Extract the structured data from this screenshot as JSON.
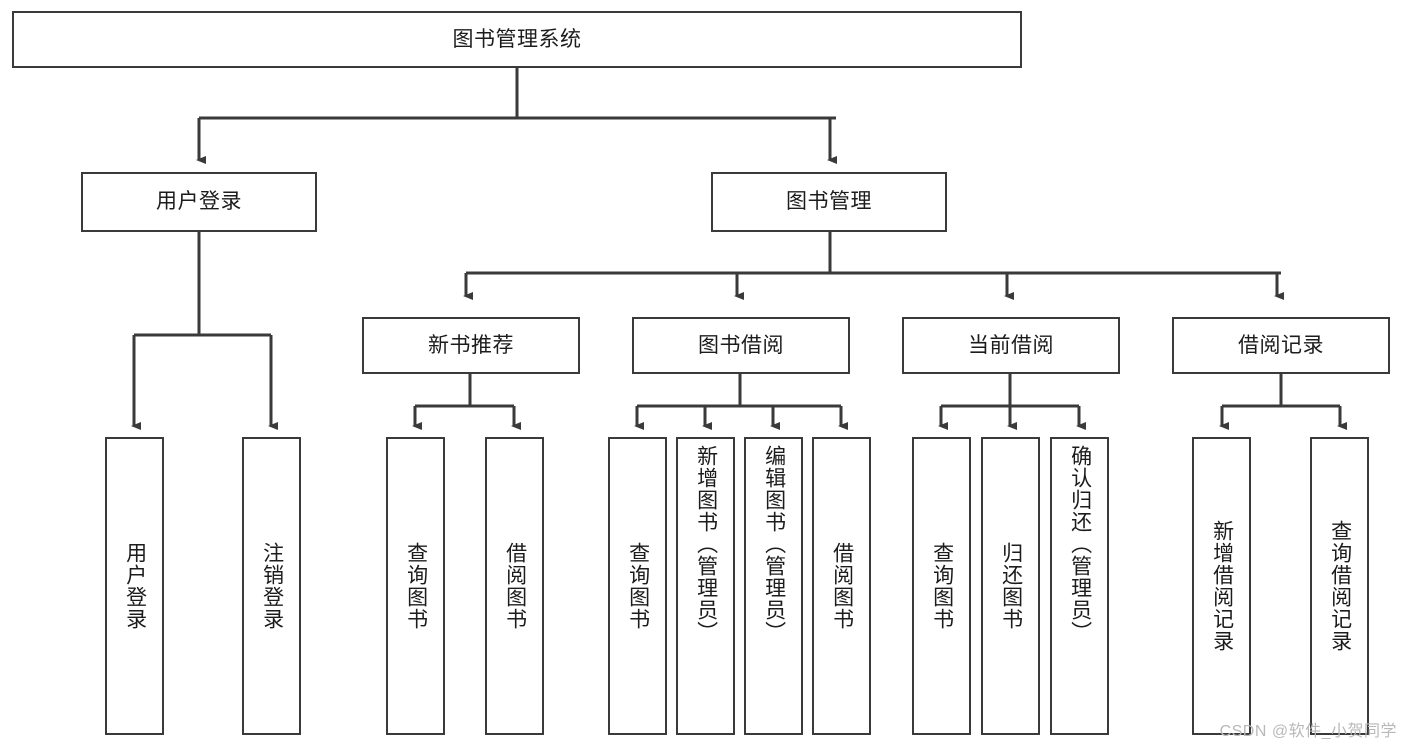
{
  "diagram": {
    "title": "图书管理系统",
    "watermark": "CSDN @软件_小贺同学",
    "stroke_color": "#3a3a3a",
    "text_color": "#1c1c1c",
    "background": "#ffffff",
    "levels": {
      "root": {
        "label": "图书管理系统"
      },
      "level2": [
        {
          "label": "用户登录"
        },
        {
          "label": "图书管理"
        }
      ],
      "level3": [
        {
          "label": "新书推荐"
        },
        {
          "label": "图书借阅"
        },
        {
          "label": "当前借阅"
        },
        {
          "label": "借阅记录"
        }
      ],
      "leaves": {
        "user_login": [
          {
            "label": "用户登录"
          },
          {
            "label": "注销登录"
          }
        ],
        "new_book": [
          {
            "label": "查询图书"
          },
          {
            "label": "借阅图书"
          }
        ],
        "book_borrow": [
          {
            "label": "查询图书"
          },
          {
            "label": "新增图书（管理员）"
          },
          {
            "label": "编辑图书（管理员）"
          },
          {
            "label": "借阅图书"
          }
        ],
        "current_borrow": [
          {
            "label": "查询图书"
          },
          {
            "label": "归还图书"
          },
          {
            "label": "确认归还（管理员）"
          }
        ],
        "borrow_record": [
          {
            "label": "新增借阅记录"
          },
          {
            "label": "查询借阅记录"
          }
        ]
      }
    }
  }
}
